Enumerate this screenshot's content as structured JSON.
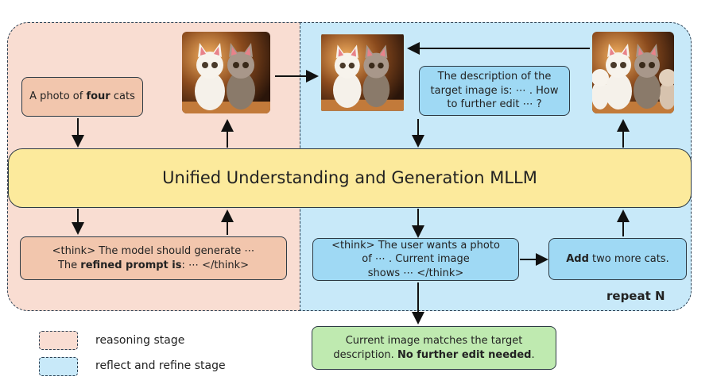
{
  "boxes": {
    "prompt_pre": "A photo of ",
    "prompt_bold": "four",
    "prompt_post": " cats",
    "think1_line1": "<think> The model should generate ⋯",
    "think1_line2_pre": "The ",
    "think1_line2_bold": "refined prompt is",
    "think1_line2_post": ": ⋯ </think>",
    "question_line1": "The description of the",
    "question_line2": "target image is: ⋯ . How",
    "question_line3": "to further edit ⋯ ?",
    "think2_line1": "<think> The user wants a photo",
    "think2_line2": "of ⋯ . Current image",
    "think2_line3": "shows ⋯ </think>",
    "edit_bold": "Add",
    "edit_rest": " two more cats.",
    "final_line1": "Current image matches the target",
    "final_line2_pre": "description. ",
    "final_line2_bold": "No further edit needed",
    "final_line2_post": "."
  },
  "mllm_label": "Unified Understanding and Generation MLLM",
  "repeat_label": "repeat N",
  "legend": [
    {
      "label": "reasoning stage",
      "color": "#f9ddd2"
    },
    {
      "label": "reflect and refine stage",
      "color": "#c8e9f9"
    }
  ],
  "images": [
    "two-cats-image",
    "two-cats-image",
    "four-cats-image"
  ]
}
